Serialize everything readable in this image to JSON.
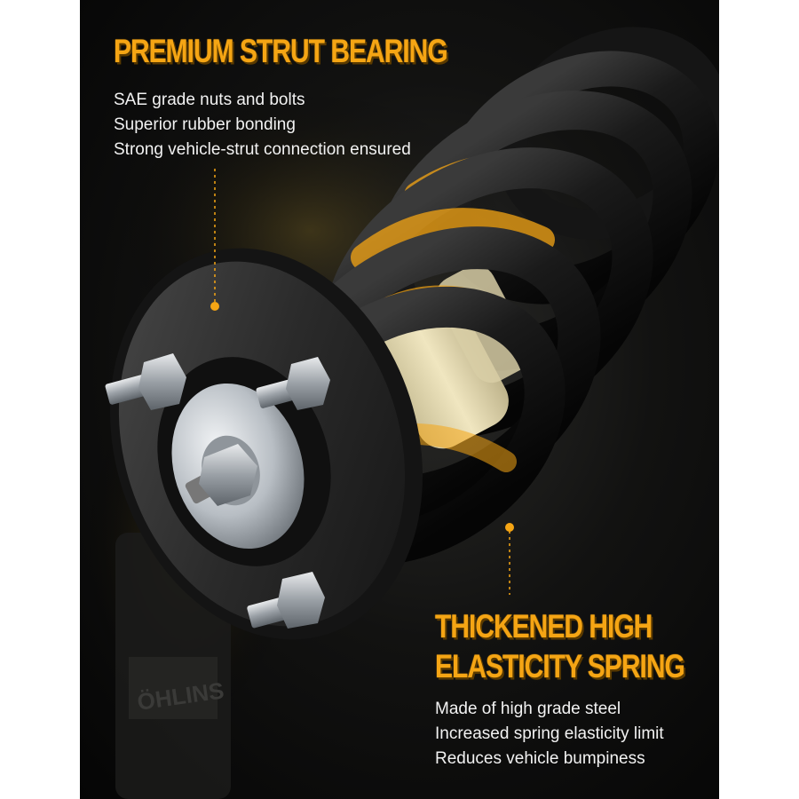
{
  "colors": {
    "accent": "#f5a514",
    "background": "#0b0b0b",
    "text": "#f2f2f2"
  },
  "bearing": {
    "title": "PREMIUM STRUT BEARING",
    "features": [
      "SAE grade nuts and bolts",
      "Superior rubber bonding",
      "Strong vehicle-strut connection ensured"
    ]
  },
  "spring": {
    "title_line1": "THICKENED HIGH",
    "title_line2": "ELASTICITY SPRING",
    "features": [
      "Made of high grade steel",
      "Increased spring elasticity limit",
      "Reduces vehicle bumpiness"
    ]
  },
  "product_marking": "ÖHLINS"
}
